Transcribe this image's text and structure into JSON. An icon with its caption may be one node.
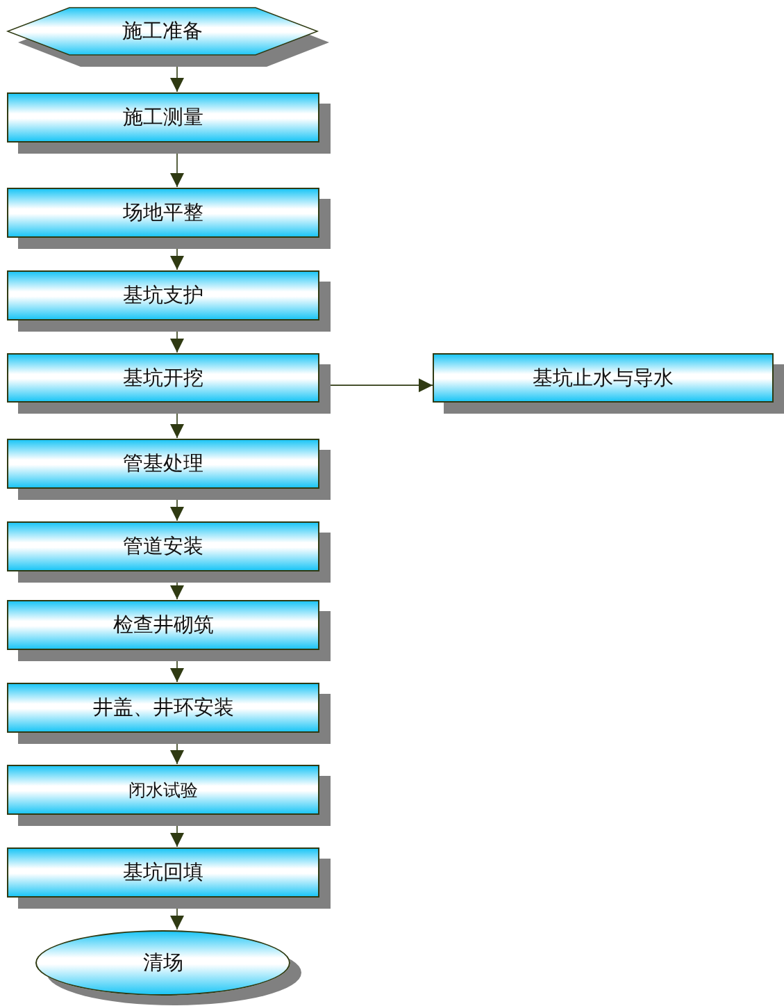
{
  "diagram": {
    "nodes": [
      {
        "text": [
          "施工准备"
        ]
      },
      {
        "text": [
          "施工测量"
        ]
      },
      {
        "text": [
          "场地平整"
        ]
      },
      {
        "text": [
          "基坑支护"
        ]
      },
      {
        "text": [
          "基坑开挖"
        ]
      },
      {
        "text": [
          "基坑止水与导水"
        ]
      },
      {
        "text": [
          "管基处理"
        ]
      },
      {
        "text": [
          "管道安装"
        ]
      },
      {
        "text": [
          "检查井砌筑"
        ]
      },
      {
        "text": [
          "井盖、井环安装"
        ]
      },
      {
        "text": [
          "闭水试验"
        ]
      },
      {
        "text": [
          "基坑回填"
        ]
      },
      {
        "text": [
          "清场"
        ]
      }
    ],
    "edges": [
      {
        "from": 0,
        "to": 1,
        "arrow": "to"
      },
      {
        "from": 1,
        "to": 2,
        "arrow": "to"
      },
      {
        "from": 2,
        "to": 3,
        "arrow": "to"
      },
      {
        "from": 3,
        "to": 4,
        "arrow": "to"
      },
      {
        "from": 4,
        "to": 5,
        "arrow": "to"
      },
      {
        "from": 4,
        "to": 6,
        "arrow": "to"
      },
      {
        "from": 6,
        "to": 7,
        "arrow": "to"
      },
      {
        "from": 7,
        "to": 8,
        "arrow": "to"
      },
      {
        "from": 8,
        "to": 9,
        "arrow": "to"
      },
      {
        "from": 9,
        "to": 10,
        "arrow": "to"
      },
      {
        "from": 10,
        "to": 11,
        "arrow": "to"
      },
      {
        "from": 11,
        "to": 12,
        "arrow": "to"
      }
    ]
  }
}
